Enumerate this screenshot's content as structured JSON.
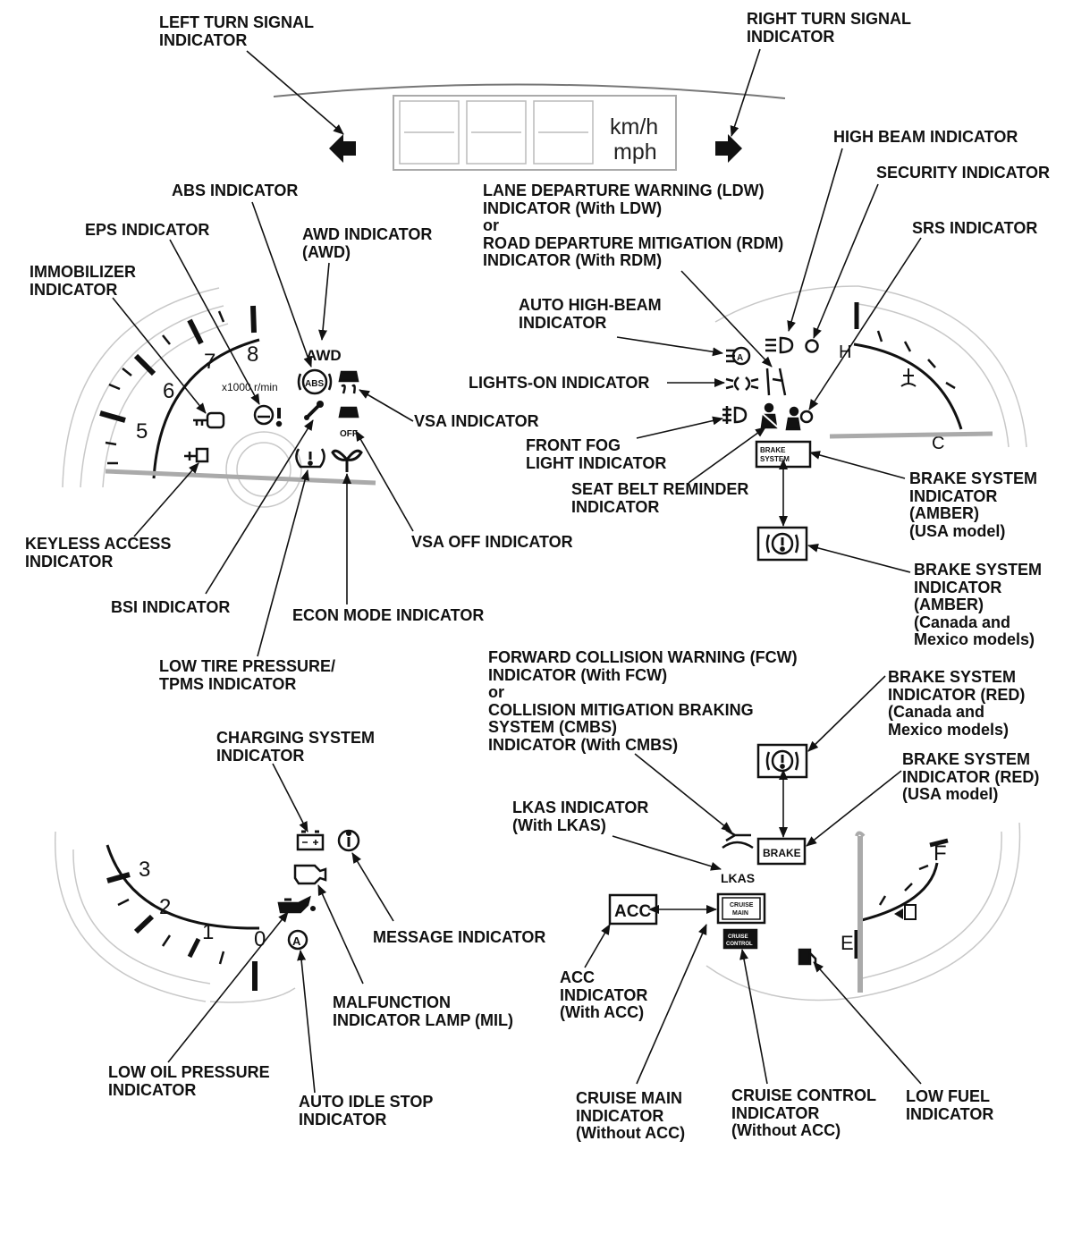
{
  "speed_units": {
    "kmh": "km/h",
    "mph": "mph"
  },
  "tach": {
    "numbers": [
      "5",
      "6",
      "7",
      "8"
    ],
    "units": "x1000 r/min",
    "lower_numbers": [
      "3",
      "2",
      "1",
      "0"
    ]
  },
  "gauges": {
    "temp_low": "C",
    "temp_high": "H",
    "fuel_full": "F",
    "fuel_empty": "E"
  },
  "icon_text": {
    "awd": "AWD",
    "abs": "ABS",
    "off": "OFF",
    "brake_system": "BRAKE\nSYSTEM",
    "brake": "BRAKE",
    "lkas": "LKAS",
    "acc": "ACC",
    "cruise_main": "CRUISE\nMAIN",
    "cruise_control": "CRUISE\nCONTROL"
  },
  "labels": {
    "left_turn": "LEFT TURN SIGNAL\nINDICATOR",
    "right_turn": "RIGHT TURN SIGNAL\nINDICATOR",
    "high_beam": "HIGH BEAM INDICATOR",
    "security": "SECURITY INDICATOR",
    "abs": "ABS INDICATOR",
    "ldw_rdm": "LANE DEPARTURE WARNING (LDW)\nINDICATOR (With LDW)\nor\nROAD DEPARTURE MITIGATION (RDM)\nINDICATOR (With RDM)",
    "srs": "SRS INDICATOR",
    "eps": "EPS INDICATOR",
    "awd": "AWD INDICATOR\n(AWD)",
    "immobilizer": "IMMOBILIZER\nINDICATOR",
    "auto_high_beam": "AUTO HIGH-BEAM\nINDICATOR",
    "lights_on": "LIGHTS-ON INDICATOR",
    "vsa": "VSA INDICATOR",
    "front_fog": "FRONT FOG\nLIGHT INDICATOR",
    "seat_belt": "SEAT BELT REMINDER\nINDICATOR",
    "brake_amber_usa": "BRAKE SYSTEM\nINDICATOR\n(AMBER)\n(USA model)",
    "keyless": "KEYLESS ACCESS\nINDICATOR",
    "vsa_off": "VSA OFF INDICATOR",
    "brake_amber_canada": "BRAKE SYSTEM\nINDICATOR\n(AMBER)\n(Canada and\nMexico models)",
    "bsi": "BSI INDICATOR",
    "econ": "ECON MODE INDICATOR",
    "tpms": "LOW TIRE PRESSURE/\nTPMS INDICATOR",
    "fcw_cmbs": "FORWARD COLLISION WARNING (FCW)\nINDICATOR (With FCW)\nor\nCOLLISION MITIGATION BRAKING\nSYSTEM (CMBS)\nINDICATOR (With CMBS)",
    "brake_red_canada": "BRAKE SYSTEM\nINDICATOR (RED)\n(Canada and\nMexico models)",
    "charging": "CHARGING SYSTEM\nINDICATOR",
    "brake_red_usa": "BRAKE SYSTEM\nINDICATOR (RED)\n(USA model)",
    "lkas": "LKAS INDICATOR\n(With LKAS)",
    "message": "MESSAGE INDICATOR",
    "acc": "ACC\nINDICATOR\n(With ACC)",
    "mil": "MALFUNCTION\nINDICATOR LAMP (MIL)",
    "low_oil": "LOW OIL PRESSURE\nINDICATOR",
    "auto_idle": "AUTO IDLE STOP\nINDICATOR",
    "cruise_main": "CRUISE MAIN\nINDICATOR\n(Without ACC)",
    "cruise_control": "CRUISE CONTROL\nINDICATOR\n(Without ACC)",
    "low_fuel": "LOW FUEL\nINDICATOR"
  }
}
